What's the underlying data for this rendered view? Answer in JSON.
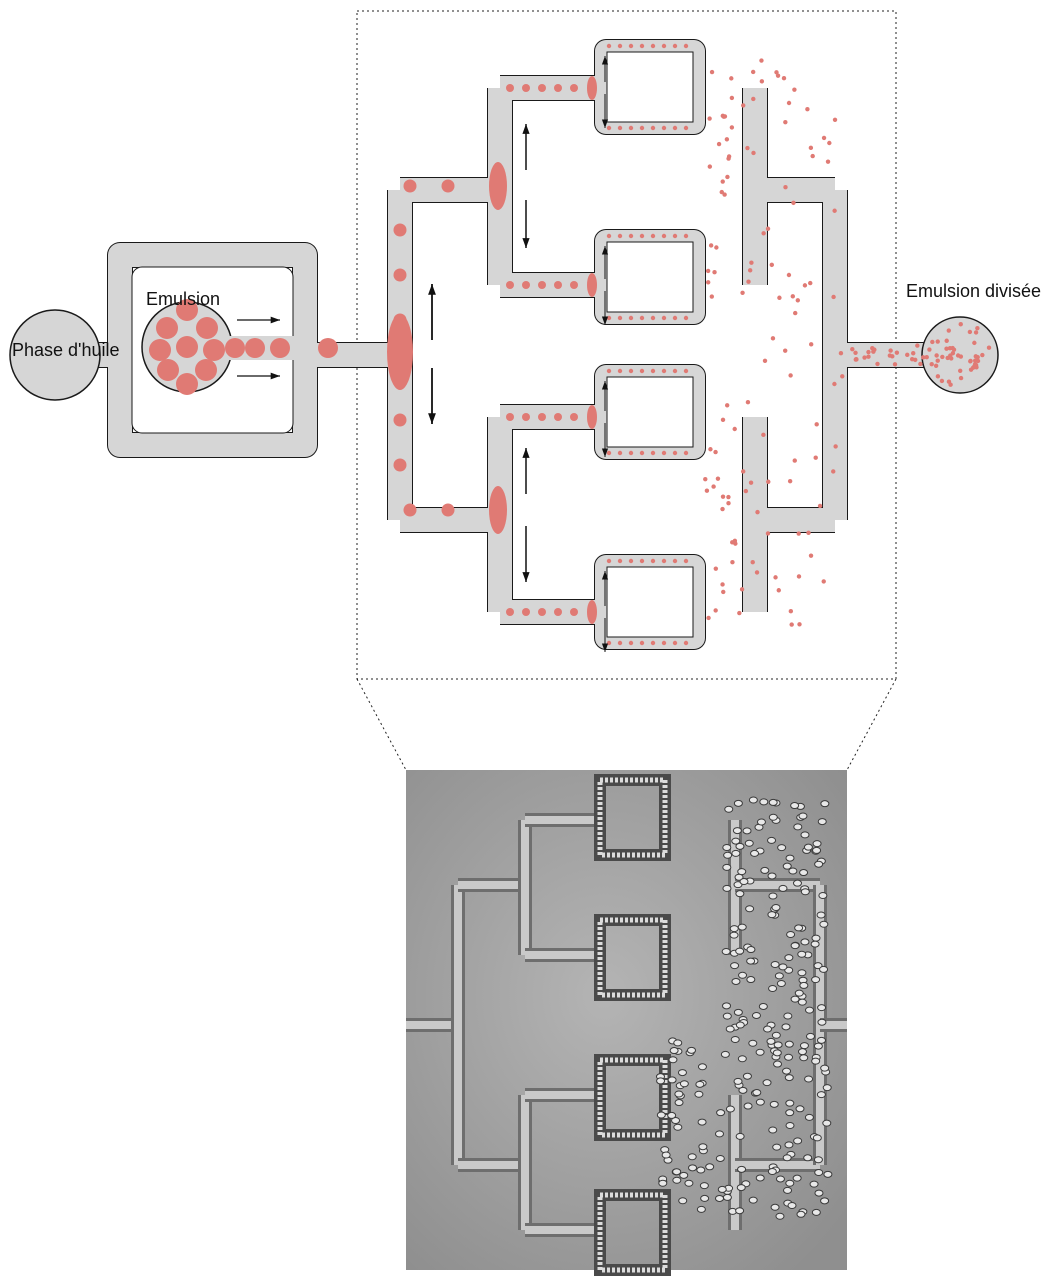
{
  "labels": {
    "oil_phase": "Phase d'huile",
    "emulsion": "Emulsion",
    "split_emulsion": "Emulsion divisée"
  },
  "colors": {
    "channel_fill": "#d6d6d6",
    "channel_stroke": "#1a1a1a",
    "droplet": "#e07a74",
    "micrograph_bg": "#a9a9a9",
    "micrograph_mask": "#000000"
  },
  "diagram": {
    "split_levels": 3,
    "outputs": 8,
    "has_micrograph": true
  }
}
